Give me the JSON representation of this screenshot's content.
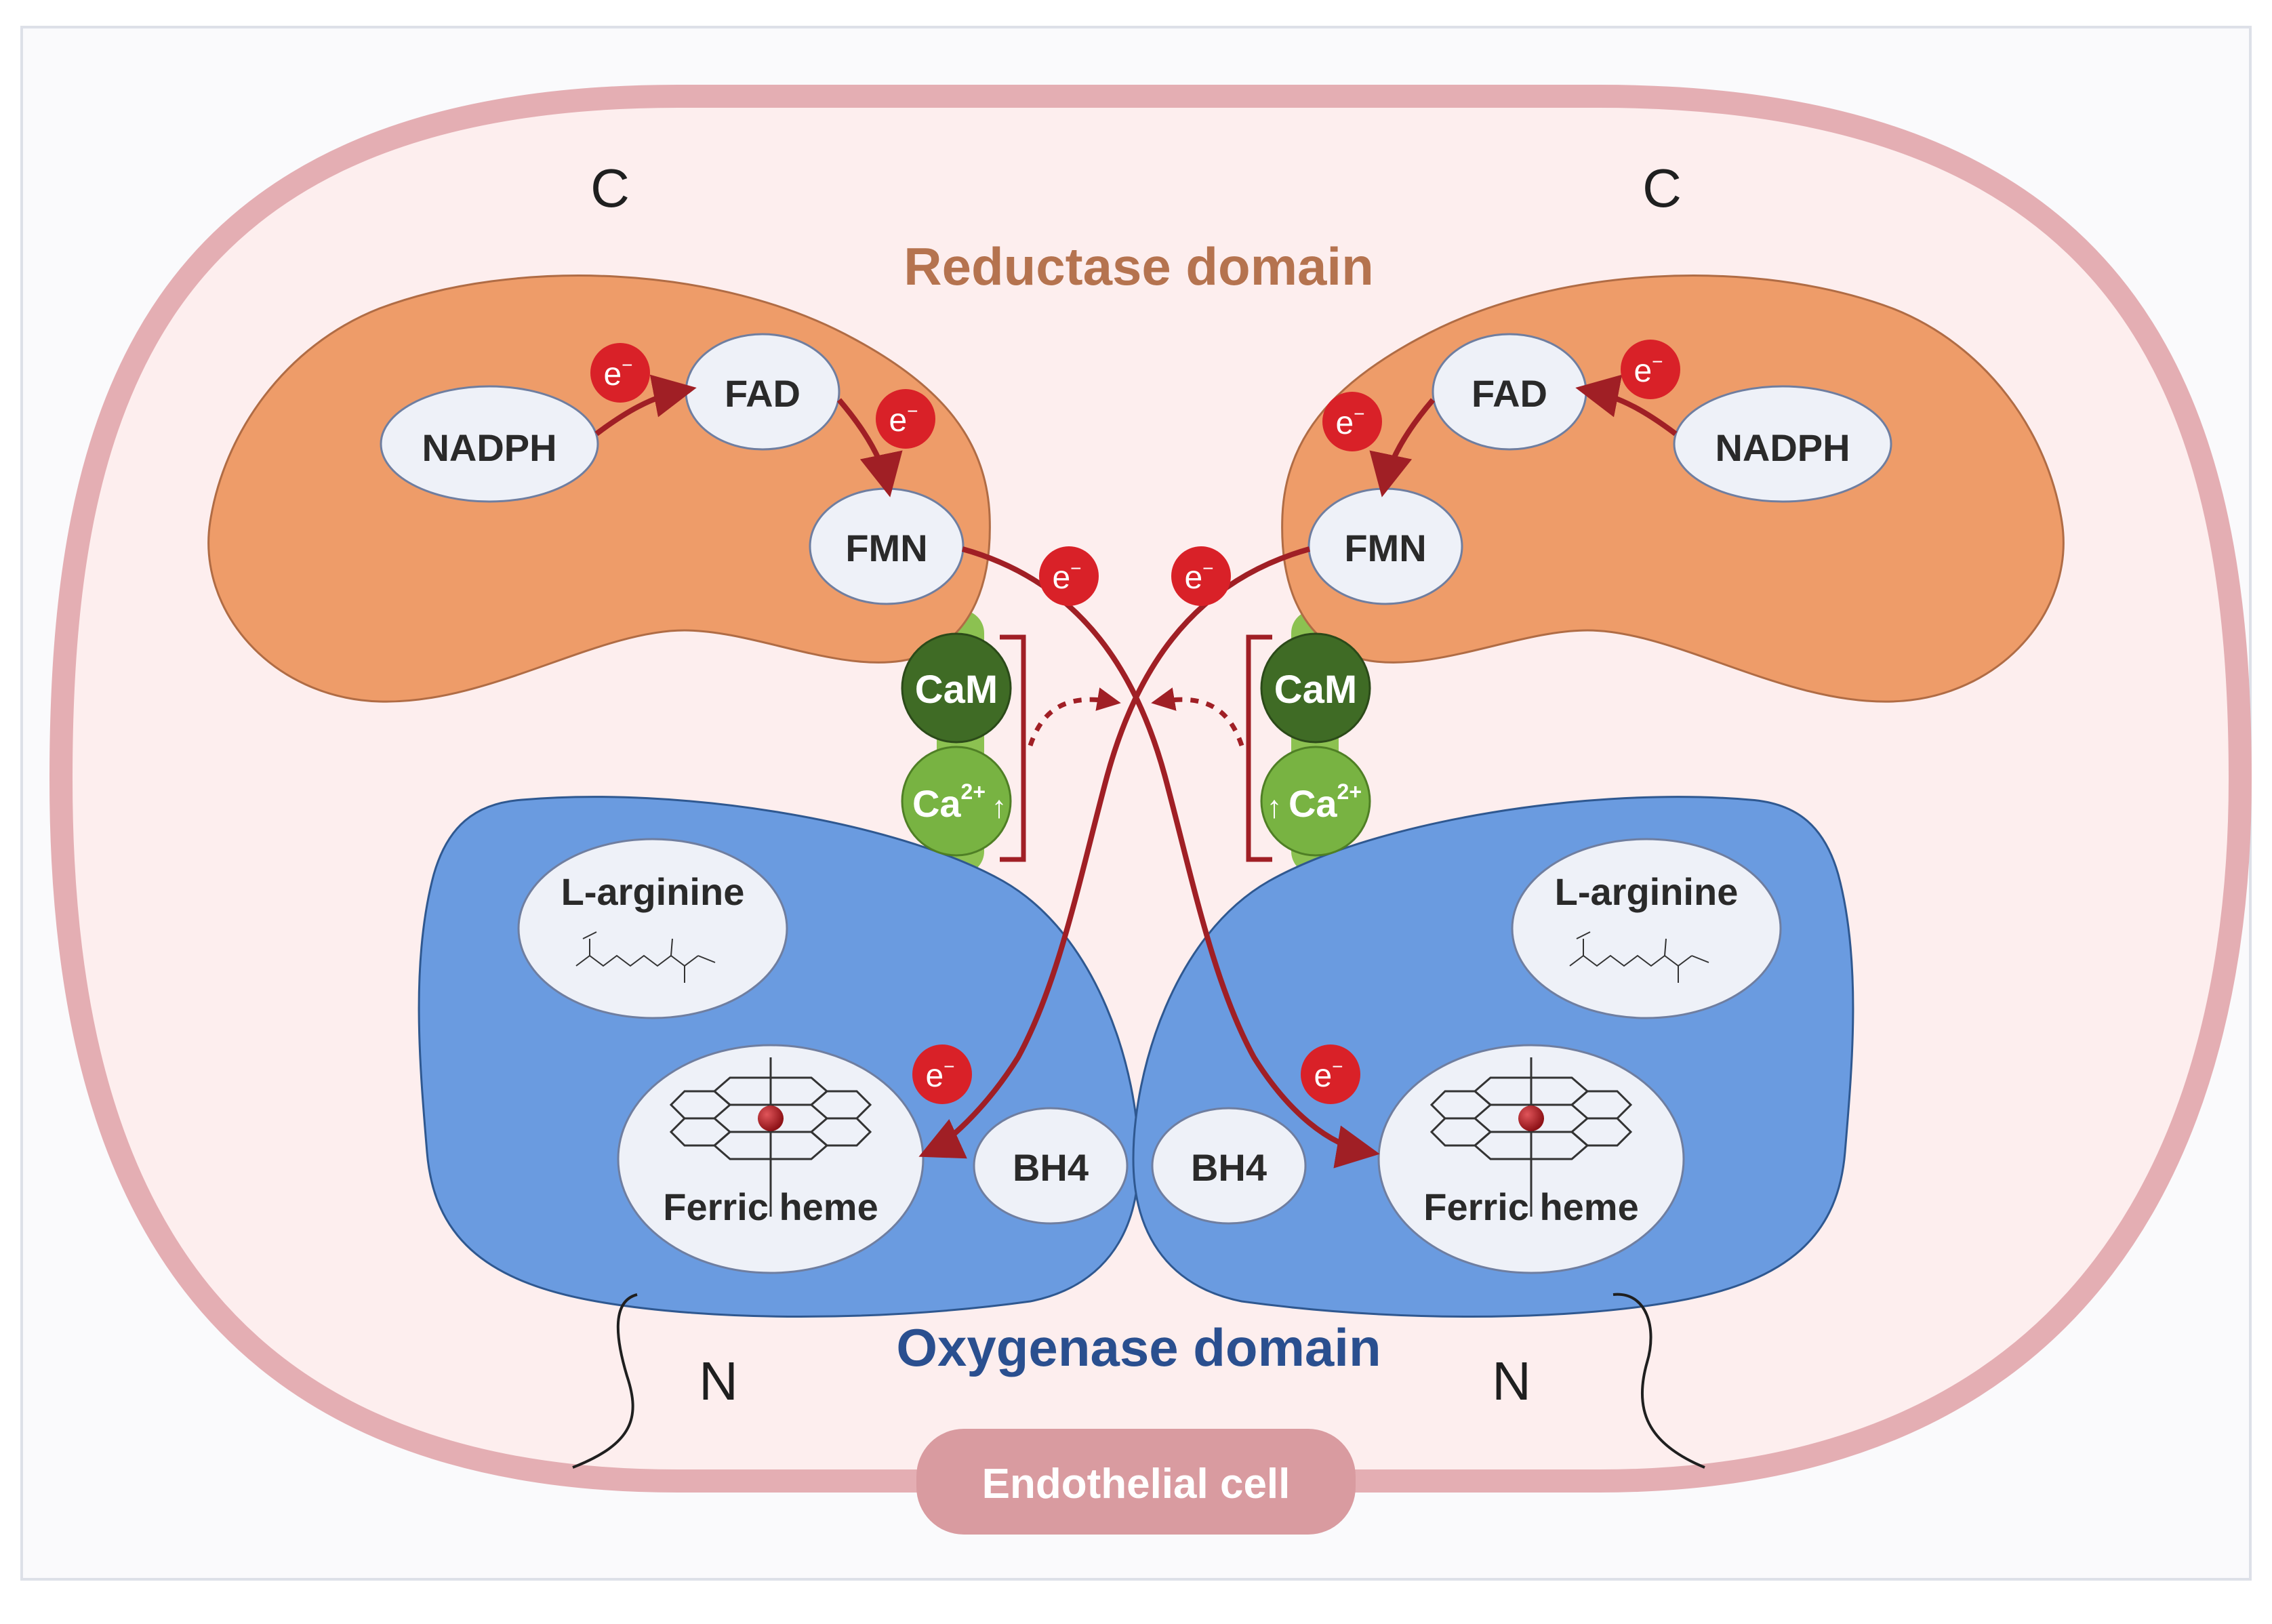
{
  "labels": {
    "c_left": "C",
    "c_right": "C",
    "n_left": "N",
    "n_right": "N",
    "reductase_domain": "Reductase domain",
    "oxygenase_domain": "Oxygenase domain",
    "endothelial_cell": "Endothelial cell"
  },
  "left_monomer": {
    "nadph": "NADPH",
    "fad": "FAD",
    "fmn": "FMN",
    "cam": "CaM",
    "ca": "Ca",
    "ca_sup": "2+",
    "ca_arrow": "↑",
    "l_arginine": "L-arginine",
    "ferric_heme": "Ferric heme",
    "bh4": "BH4"
  },
  "right_monomer": {
    "nadph": "NADPH",
    "fad": "FAD",
    "fmn": "FMN",
    "cam": "CaM",
    "ca": "Ca",
    "ca_sup": "2+",
    "ca_arrow": "↑",
    "l_arginine": "L-arginine",
    "ferric_heme": "Ferric heme",
    "bh4": "BH4"
  },
  "electron": {
    "symbol": "e",
    "sup": "−"
  },
  "colors": {
    "cell_fill": "#fdeeee",
    "cell_border": "#e4aeb3",
    "reductase": "#ee9c69",
    "oxygenase": "#6a9be0",
    "cam": "#3f6b25",
    "calcium": "#78b342",
    "electron": "#d92128",
    "arrow": "#a01f25",
    "cofactor_fill": "#eef1f8",
    "label_reductase": "#b5734f",
    "label_oxygenase": "#2a4f8f",
    "endothelial_badge": "#d99ba0"
  }
}
